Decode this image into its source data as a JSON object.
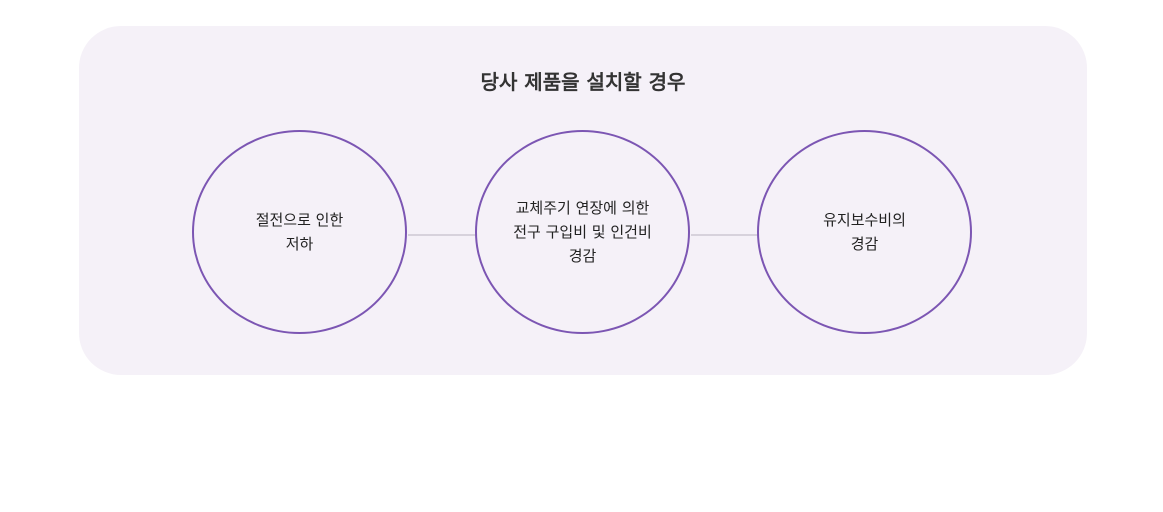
{
  "diagram": {
    "title": "당사 제품을 설치할 경우",
    "items": [
      {
        "label": "절전으로 인한\n저하"
      },
      {
        "label": "교체주기 연장에 의한\n전구 구입비 및 인건비\n경감"
      },
      {
        "label": "유지보수비의\n경감"
      }
    ]
  },
  "colors": {
    "panel_background": "#f5f1f8",
    "circle_border": "#7c56b3",
    "connector": "#d7d2dc",
    "title_text": "#333333"
  }
}
